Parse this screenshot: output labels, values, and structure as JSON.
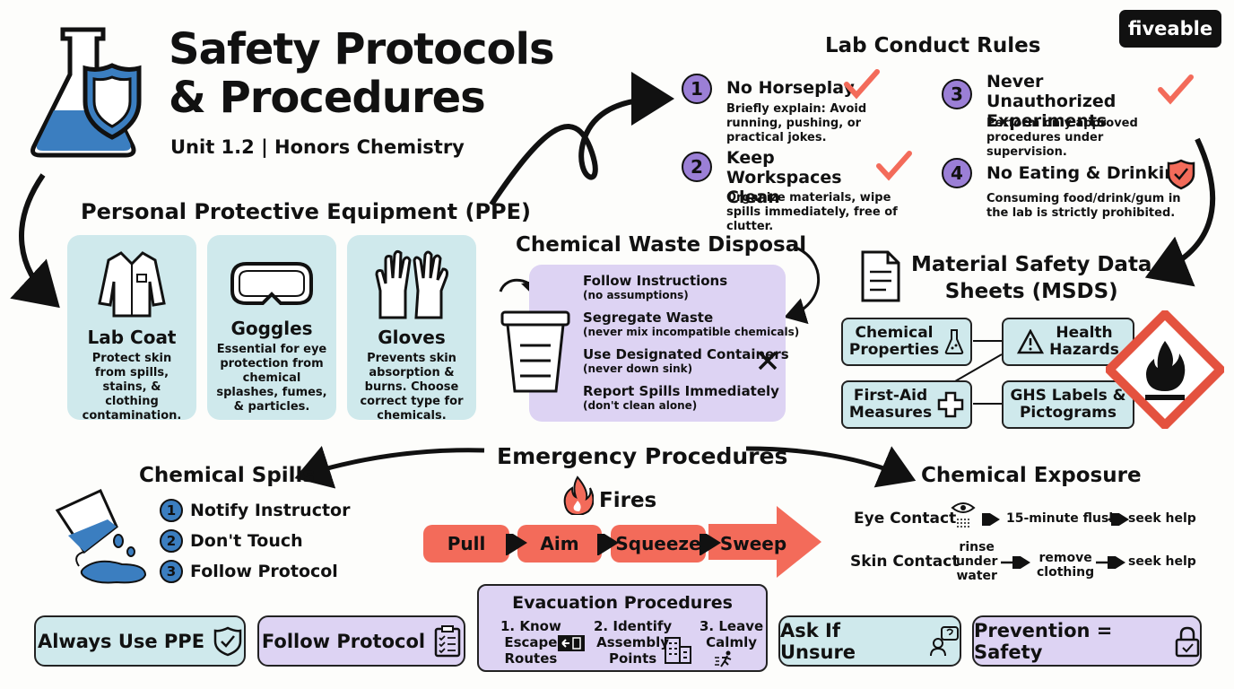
{
  "header": {
    "title_line1": "Safety Protocols",
    "title_line2": "& Procedures",
    "subtitle": "Unit 1.2 | Honors Chemistry",
    "brand": "fiveable"
  },
  "ppe": {
    "heading": "Personal Protective Equipment (PPE)",
    "cards": [
      {
        "icon": "lab-coat-icon",
        "title": "Lab Coat",
        "text": "Protect skin from spills, stains, & clothing contamination."
      },
      {
        "icon": "goggles-icon",
        "title": "Goggles",
        "text": "Essential for eye protection from chemical splashes, fumes, & particles."
      },
      {
        "icon": "gloves-icon",
        "title": "Gloves",
        "text": "Prevents skin absorption & burns. Choose correct type for chemicals."
      }
    ]
  },
  "conduct": {
    "heading": "Lab Conduct Rules",
    "rules": [
      {
        "num": "1",
        "title": "No Horseplay",
        "text": "Briefly explain: Avoid running, pushing, or practical jokes."
      },
      {
        "num": "2",
        "title": "Keep Workspaces Clean",
        "text": "Organize materials, wipe spills immediately, free of clutter."
      },
      {
        "num": "3",
        "title": "Never Unauthorized Experiments",
        "text": "Perform only approved procedures under supervision."
      },
      {
        "num": "4",
        "title": "No Eating & Drinking",
        "text": "Consuming food/drink/gum in the lab is strictly prohibited."
      }
    ]
  },
  "waste": {
    "heading": "Chemical Waste Disposal",
    "items": [
      {
        "title": "Follow Instructions",
        "sub": "(no assumptions)"
      },
      {
        "title": "Segregate Waste",
        "sub": "(never mix incompatible chemicals)"
      },
      {
        "title": "Use Designated Containers",
        "sub": "(never down sink)"
      },
      {
        "title": "Report Spills Immediately",
        "sub": "(don't clean alone)"
      }
    ]
  },
  "msds": {
    "heading_line1": "Material Safety Data",
    "heading_line2": "Sheets (MSDS)",
    "boxes": [
      {
        "label_line1": "Chemical",
        "label_line2": "Properties",
        "icon": "flask-icon"
      },
      {
        "label_line1": "Health",
        "label_line2": "Hazards",
        "icon": "warning-icon"
      },
      {
        "label_line1": "First-Aid",
        "label_line2": "Measures",
        "icon": "first-aid-cross-icon"
      },
      {
        "label_line1": "GHS Labels &",
        "label_line2": "Pictograms",
        "icon": "flame-pictogram-icon"
      }
    ]
  },
  "emergency": {
    "heading": "Emergency Procedures",
    "spills": {
      "heading": "Chemical Spills",
      "steps": [
        {
          "num": "1",
          "label": "Notify Instructor"
        },
        {
          "num": "2",
          "label": "Don't Touch"
        },
        {
          "num": "3",
          "label": "Follow Protocol"
        }
      ]
    },
    "fires": {
      "heading": "Fires",
      "steps": [
        "Pull",
        "Aim",
        "Squeeze",
        "Sweep"
      ]
    },
    "exposure": {
      "heading": "Chemical Exposure",
      "eye": {
        "label": "Eye Contact",
        "step1": "15-minute flush",
        "step2": "seek help"
      },
      "skin": {
        "label": "Skin Contact",
        "step1_l1": "rinse",
        "step1_l2": "under",
        "step1_l3": "water",
        "step2_l1": "remove",
        "step2_l2": "clothing",
        "step3": "seek help"
      }
    },
    "evacuation": {
      "heading": "Evacuation Procedures",
      "steps": [
        {
          "l1": "1. Know",
          "l2": "Escape",
          "l3": "Routes",
          "icon": "exit-sign-icon"
        },
        {
          "l1": "2. Identify",
          "l2": "Assembly",
          "l3": "Points",
          "icon": "building-icon"
        },
        {
          "l1": "3. Leave",
          "l2": "Calmly",
          "icon": "walking-person-icon"
        }
      ]
    }
  },
  "footer": {
    "buttons": [
      {
        "label": "Always Use PPE",
        "icon": "shield-check-icon",
        "color": "#cfe9ec"
      },
      {
        "label": "Follow Protocol",
        "icon": "clipboard-icon",
        "color": "#ddd3f3"
      },
      {
        "label": "Ask If Unsure",
        "icon": "question-person-icon",
        "color": "#cfe9ec"
      },
      {
        "label": "Prevention = Safety",
        "icon": "padlock-icon",
        "color": "#ddd3f3"
      }
    ]
  },
  "colors": {
    "teal": "#cfe9ec",
    "lavender": "#ddd3f3",
    "purple": "#9b7fd6",
    "coral": "#f36b5a",
    "blue": "#3b7ec0"
  }
}
